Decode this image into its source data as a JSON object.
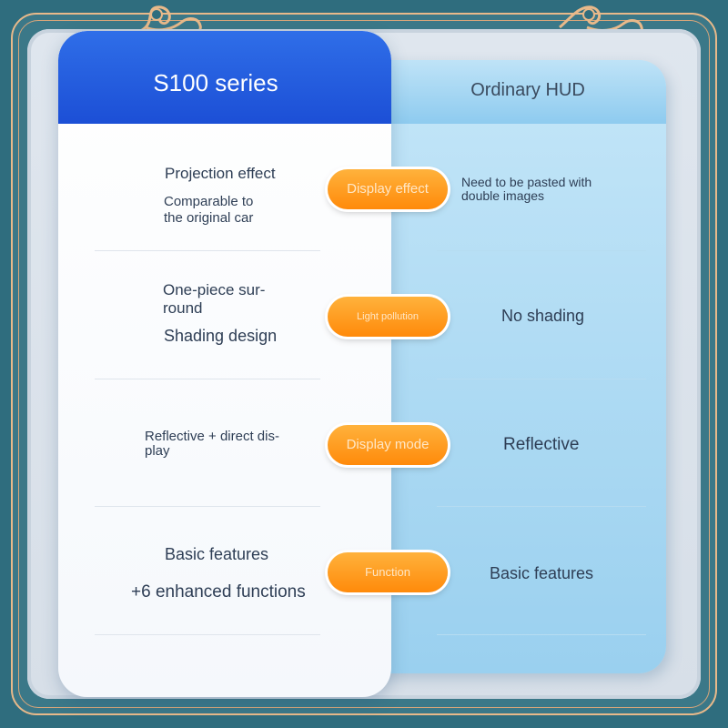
{
  "left_header": {
    "title": "S100 series"
  },
  "right_header": {
    "title": "Ordinary HUD"
  },
  "rows": [
    {
      "label": "Display effect",
      "left_lines": [
        "Projection effect",
        "Comparable to",
        "the original car"
      ],
      "right_lines": [
        "Need to be pasted with",
        "double images"
      ]
    },
    {
      "label": "Light pollution",
      "left_lines": [
        "One-piece sur-",
        "round",
        "Shading design"
      ],
      "right_lines": [
        "No shading"
      ]
    },
    {
      "label": "Display mode",
      "left_lines": [
        "Reflective + direct dis-",
        "play"
      ],
      "right_lines": [
        "Reflective"
      ]
    },
    {
      "label": "Function",
      "left_lines": [
        "Basic features",
        "+6 enhanced functions"
      ],
      "right_lines": [
        "Basic features"
      ]
    }
  ],
  "colors": {
    "background": "#2f6d7e",
    "frame_gold": "#e8b98a",
    "header_blue": "#1c4fd6",
    "pill_orange": "#ff8a0a",
    "right_column": "#9ad0ef"
  }
}
